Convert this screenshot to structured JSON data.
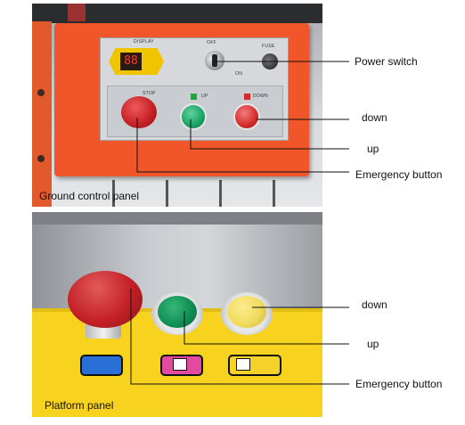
{
  "ground_panel": {
    "caption": "Ground control panel",
    "display_label": "DISPLAY",
    "display_digits": "88",
    "fuse_label": "FUSE",
    "key_off_label": "OFF",
    "key_on_label": "ON",
    "stop_label": "STOP",
    "up_label": "UP",
    "down_label": "DOWN"
  },
  "platform_panel": {
    "caption": "Platform panel"
  },
  "callouts": {
    "power_switch": "Power switch",
    "down_top": "down",
    "up_top": "up",
    "emergency_top": "Emergency button",
    "down_bottom": "down",
    "up_bottom": "up",
    "emergency_bottom": "Emergency button"
  },
  "colors": {
    "panel_orange": "#f0562a",
    "platform_yellow": "#f7d21e",
    "emergency_red": "#d2232a",
    "up_green": "#1aa36a",
    "down_yellow": "#f1dc5e"
  }
}
